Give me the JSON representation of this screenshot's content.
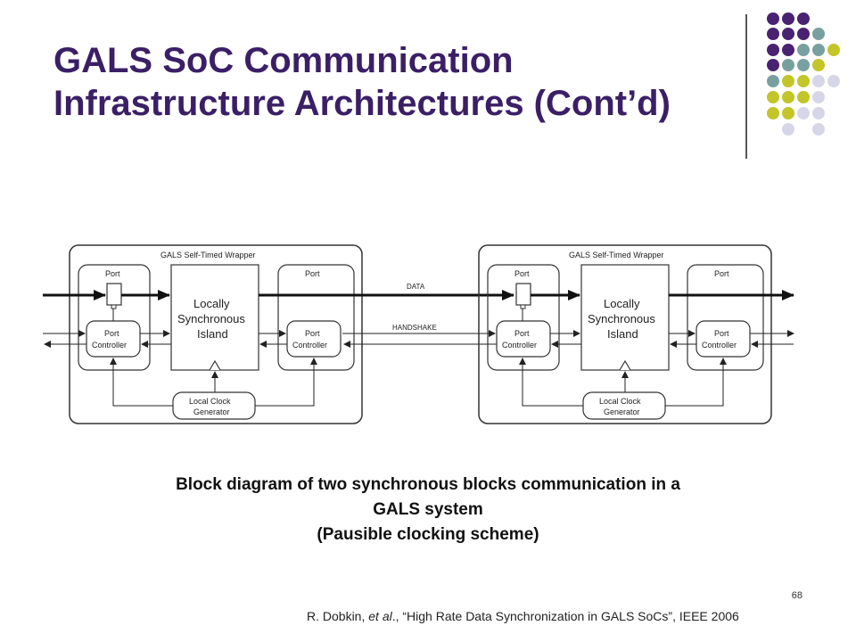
{
  "slide": {
    "title_line1": "GALS SoC Communication",
    "title_line2": "Infrastructure Architectures (Cont’d)",
    "slide_number": "68"
  },
  "decoration": {
    "dot_colors": {
      "purple": "#4a2272",
      "teal": "#78a0a0",
      "olive": "#c3c529",
      "lavender": "#d6d6e8"
    }
  },
  "diagram": {
    "wrapper_label": "GALS Self-Timed Wrapper",
    "port_label": "Port",
    "port_controller_line1": "Port",
    "port_controller_line2": "Controller",
    "island_line1": "Locally",
    "island_line2": "Synchronous",
    "island_line3": "Island",
    "clock_line1": "Local Clock",
    "clock_line2": "Generator",
    "data_label": "DATA",
    "handshake_label": "HANDSHAKE"
  },
  "caption": {
    "line1": "Block diagram of two synchronous blocks communication in a",
    "line2": "GALS system",
    "line3": "(Pausible clocking scheme)"
  },
  "citation": {
    "author": "R. Dobkin, ",
    "etal": "et al",
    "rest": "., “High Rate Data Synchronization in GALS SoCs”, IEEE 2006"
  }
}
